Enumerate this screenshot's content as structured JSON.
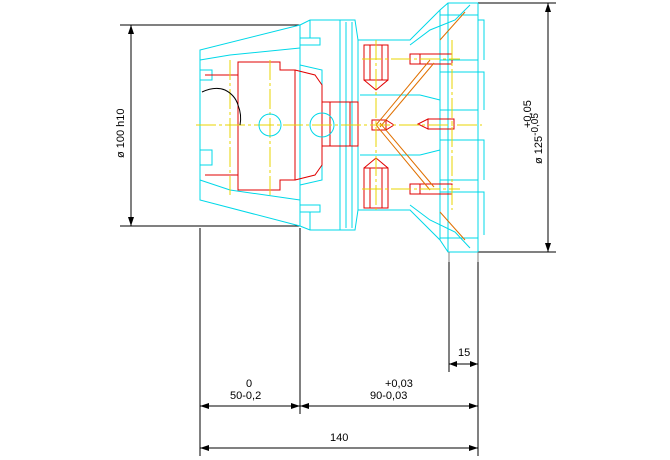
{
  "dimensions": {
    "left_diameter": "ø 100 h10",
    "right_diameter": "ø 125",
    "right_tolerance_upper": "+0,05",
    "right_tolerance_lower": "-0,05",
    "width_15": "15",
    "seg1_upper": "0",
    "seg1_main": "50-0,2",
    "seg2_upper": "+0,03",
    "seg2_main": "90-0,03",
    "total": "140"
  }
}
